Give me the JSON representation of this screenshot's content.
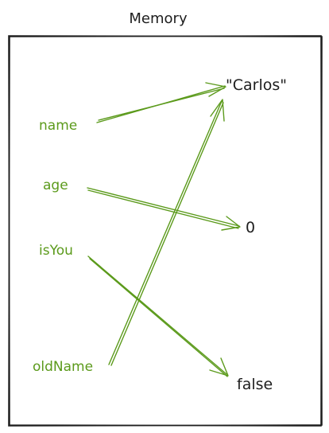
{
  "title": "Memory",
  "colors": {
    "variable": "#5b9a1b",
    "arrow": "#5b9a1b",
    "value": "#1e1e1e",
    "frame": "#1e1e1e"
  },
  "variables": [
    {
      "id": "name",
      "label": "name",
      "points_to": "carlos"
    },
    {
      "id": "age",
      "label": "age",
      "points_to": "zero"
    },
    {
      "id": "isyou",
      "label": "isYou",
      "points_to": "false"
    },
    {
      "id": "oldname",
      "label": "oldName",
      "points_to": "carlos"
    }
  ],
  "values": [
    {
      "id": "carlos",
      "label": "\"Carlos\""
    },
    {
      "id": "zero",
      "label": "0"
    },
    {
      "id": "false",
      "label": "false"
    }
  ]
}
